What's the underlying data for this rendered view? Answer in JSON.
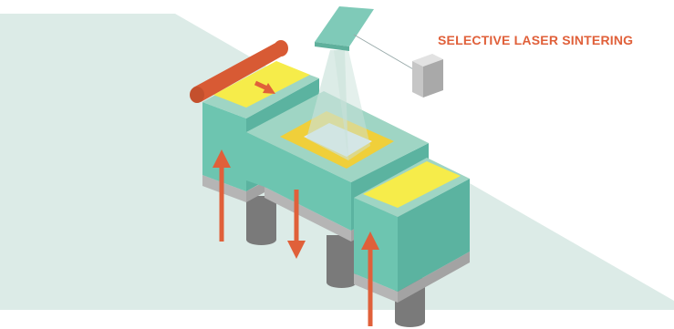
{
  "diagram": {
    "title": "SELECTIVE LASER SINTERING",
    "colors": {
      "title": "#e0603a",
      "background_wedge": "#dcebe7",
      "box_front": "#6dc5b0",
      "box_side": "#5bb3a0",
      "box_top_rim": "#9fd5c4",
      "powder_yellow": "#f6ec4a",
      "build_area_yellow": "#f0cf3a",
      "sintered_part": "#dfeaf3",
      "base_plate": "#b5b5b5",
      "piston": "#7a7a7a",
      "roller": "#d85a34",
      "arrow": "#e0603a",
      "mirror": "#7fcab8",
      "laser_beam": "#c9e2da",
      "laser_source": "#cfcfcf"
    },
    "components": [
      {
        "name": "recoater-roller",
        "icon": "roller"
      },
      {
        "name": "powder-supply-bed",
        "icon": "yellow-powder"
      },
      {
        "name": "build-platform",
        "icon": "build-area"
      },
      {
        "name": "overflow-bed",
        "icon": "yellow-powder"
      },
      {
        "name": "scanning-mirror",
        "icon": "mirror"
      },
      {
        "name": "laser-source",
        "icon": "laser-box"
      }
    ],
    "motion_arrows": [
      {
        "name": "supply-piston-arrow",
        "direction": "up"
      },
      {
        "name": "build-piston-arrow",
        "direction": "down"
      },
      {
        "name": "overflow-piston-arrow",
        "direction": "up"
      },
      {
        "name": "roller-direction-arrow",
        "direction": "right"
      }
    ]
  }
}
